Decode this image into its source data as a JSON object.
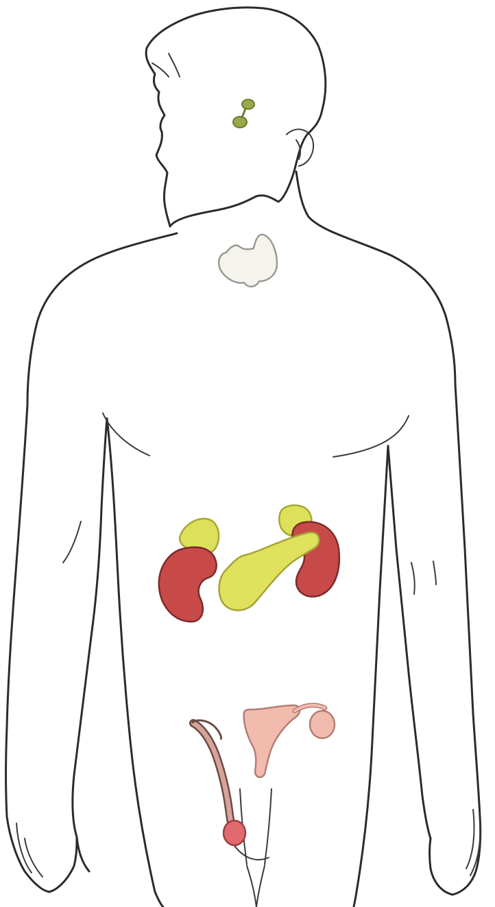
{
  "colors": {
    "background": "#ffffff",
    "outline": "#2b2b2b",
    "pituitary": "#9aa84a",
    "thyroid": "#f4f3ee",
    "thyroid_stroke": "#9a9a90",
    "adrenal": "#dde05a",
    "adrenal_stroke": "#a7a832",
    "kidney": "#c84a48",
    "kidney_stroke": "#7a2b2a",
    "pancreas": "#e0e15c",
    "pancreas_stroke": "#a5a235",
    "uterus": "#f1bcae",
    "uterus_stroke": "#b47e74",
    "testis": "#e06a6e",
    "testis_stroke": "#9b3f43",
    "ductus": "#d6a39a",
    "ductus_stroke": "#6b4a44"
  },
  "organs": [
    {
      "id": "pituitary"
    },
    {
      "id": "thyroid"
    },
    {
      "id": "adrenal-left"
    },
    {
      "id": "adrenal-right"
    },
    {
      "id": "kidney-left"
    },
    {
      "id": "kidney-right"
    },
    {
      "id": "pancreas"
    },
    {
      "id": "uterus-ovary"
    },
    {
      "id": "testis-ductus"
    }
  ]
}
